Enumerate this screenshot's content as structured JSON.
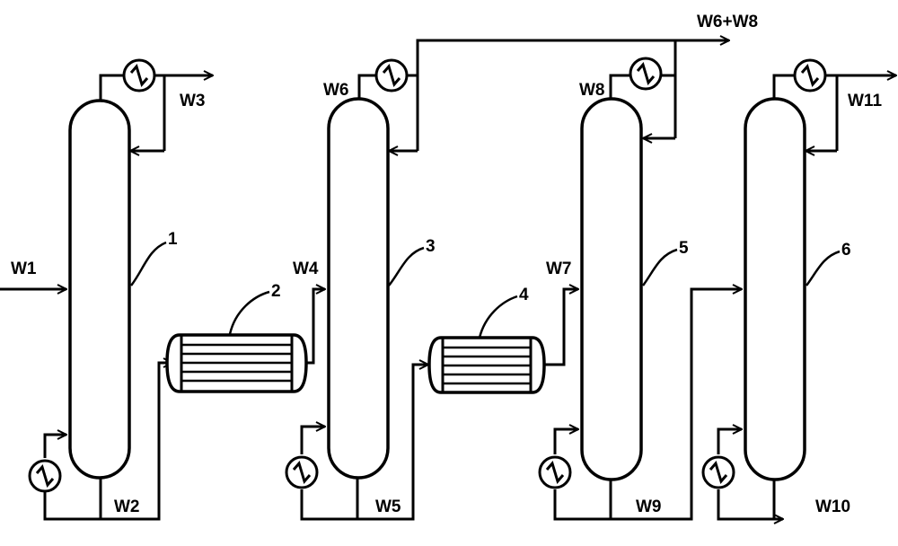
{
  "streams": {
    "w1": "W1",
    "w2": "W2",
    "w3": "W3",
    "w4": "W4",
    "w5": "W5",
    "w6": "W6",
    "w6w8": "W6+W8",
    "w7": "W7",
    "w8": "W8",
    "w9": "W9",
    "w10": "W10",
    "w11": "W11"
  },
  "units": {
    "u1": "1",
    "u2": "2",
    "u3": "3",
    "u4": "4",
    "u5": "5",
    "u6": "6"
  }
}
